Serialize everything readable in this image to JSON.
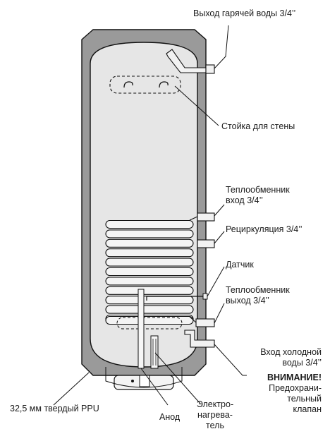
{
  "labels": {
    "hot_water_out": "Выход гарячей воды 3/4’’",
    "wall_bracket": "Стойка для стены",
    "hx_in": "Теплообменник\nвход 3/4’’",
    "recirculation": "Рециркуляция 3/4’’",
    "sensor": "Датчик",
    "hx_out": "Теплообменник\nвыход 3/4’’",
    "cold_water_in": "Вход холодной\nводы  3/4’’",
    "attention": "ВНИМАНИЕ!",
    "safety_valve": "Предохрани-\nтельный\nклапан",
    "insulation": "32,5 мм твердый PPU",
    "anode": "Анод",
    "heater": "Электро-\nнагрева-\nтель"
  },
  "colors": {
    "insulation": "#9a9a9a",
    "tank": "#e6e6e6",
    "line": "#111111",
    "fitting": "#f2f2f2"
  }
}
